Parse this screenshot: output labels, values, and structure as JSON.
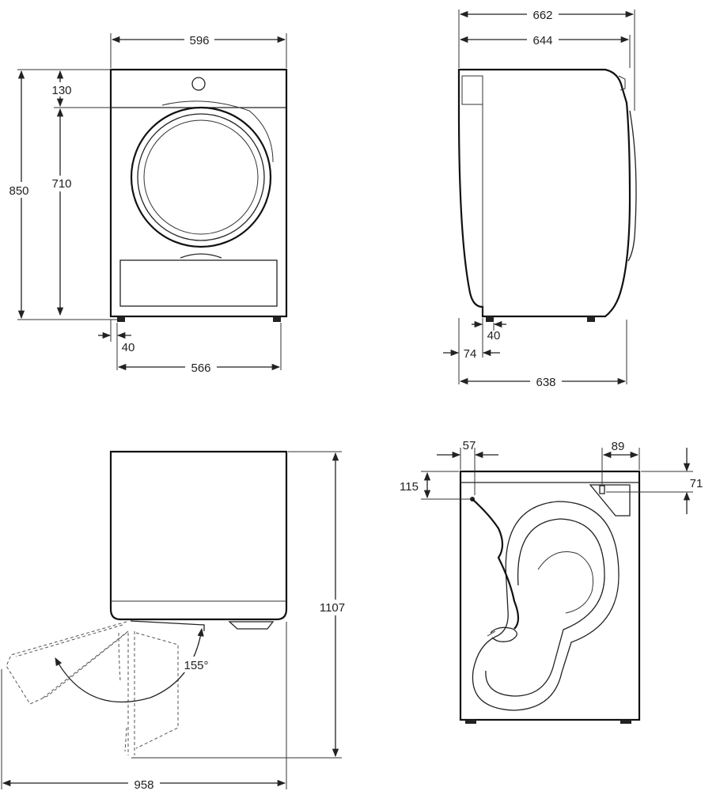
{
  "front_view": {
    "width_top": "596",
    "panel_height": "130",
    "door_height": "710",
    "total_height": "850",
    "feet_offset": "40",
    "feet_span": "566"
  },
  "side_view": {
    "depth_total": "662",
    "depth_body": "644",
    "feet_offset": "40",
    "rear_offset": "74",
    "depth_base": "638"
  },
  "door_open_view": {
    "door_angle": "155°",
    "open_height": "1107",
    "open_depth": "958"
  },
  "rear_view": {
    "hose_left_offset": "57",
    "vent_right_offset": "89",
    "hose_top_offset": "115",
    "vent_top_offset": "71"
  }
}
